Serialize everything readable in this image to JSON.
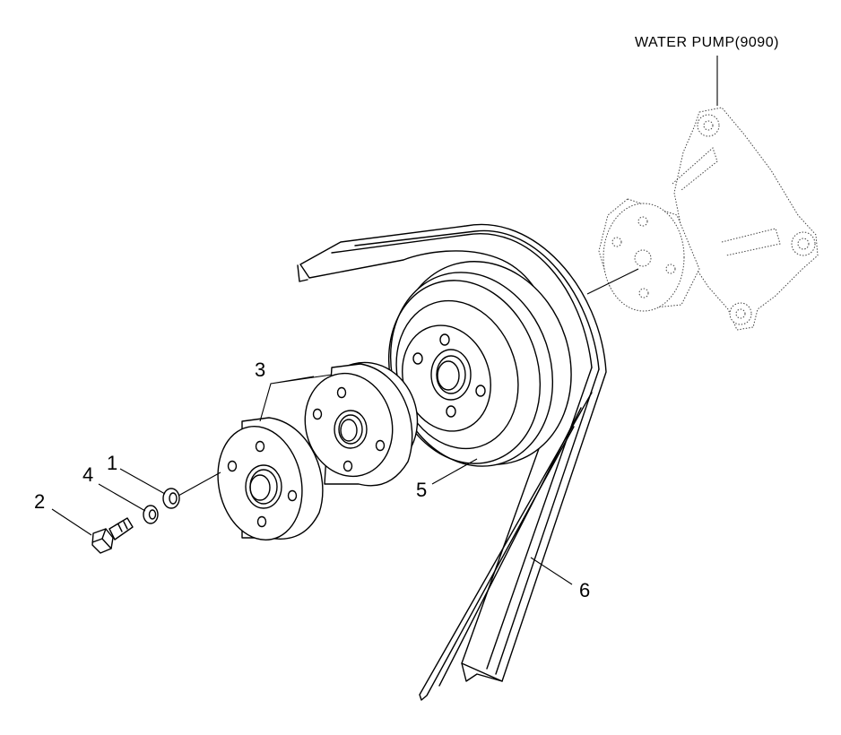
{
  "diagram": {
    "reference_label": "WATER PUMP(9090)",
    "callouts": [
      {
        "id": "1",
        "text": "1"
      },
      {
        "id": "2",
        "text": "2"
      },
      {
        "id": "3",
        "text": "3"
      },
      {
        "id": "4",
        "text": "4"
      },
      {
        "id": "5",
        "text": "5"
      },
      {
        "id": "6",
        "text": "6"
      }
    ]
  }
}
